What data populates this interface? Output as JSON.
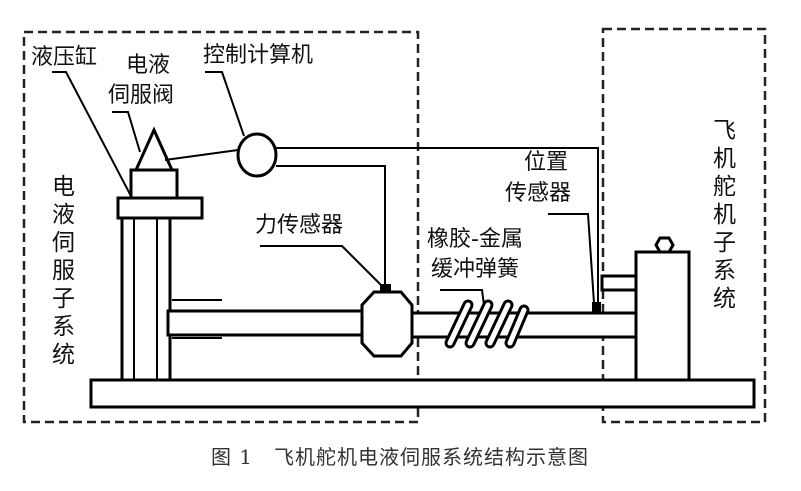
{
  "labels": {
    "cylinder": "液压缸",
    "servo_valve_line1": "电液",
    "servo_valve_line2": "伺服阀",
    "computer": "控制计算机",
    "force_sensor": "力传感器",
    "spring_line1": "橡胶-金属",
    "spring_line2": "缓冲弹簧",
    "position_line1": "位置",
    "position_line2": "传感器",
    "left_subsystem": [
      "电",
      "液",
      "伺",
      "服",
      "子",
      "系",
      "统"
    ],
    "right_subsystem": [
      "飞",
      "机",
      "舵",
      "机",
      "子",
      "系",
      "统"
    ]
  },
  "caption": "图 1　飞机舵机电液伺服系统结构示意图",
  "colors": {
    "line": "#000000",
    "fill": "#ffffff",
    "caption": "#333333"
  }
}
